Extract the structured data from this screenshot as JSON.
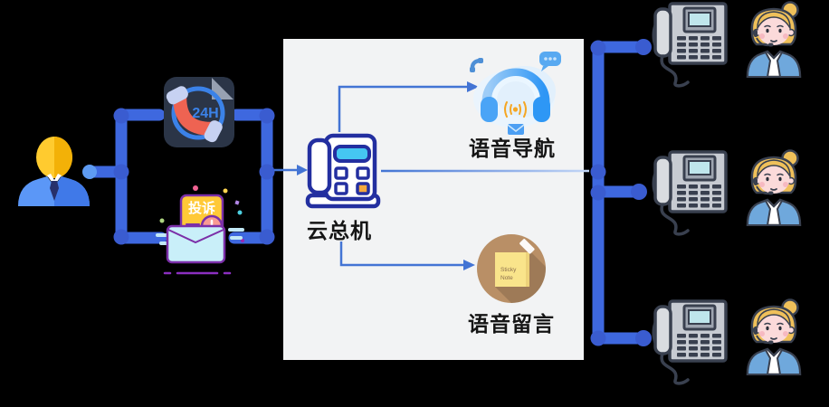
{
  "diagram": {
    "title_hint": "cloud-pbx-call-routing-diagram",
    "nodes": {
      "caller": {
        "icon": "businessman-icon"
      },
      "hotline": {
        "icon": "phone-24h-icon",
        "badge": "24H"
      },
      "complaint": {
        "icon": "complaint-letter-icon",
        "card_text": "投诉"
      },
      "pbx": {
        "label": "云总机",
        "icon": "desk-phone-outline-icon"
      },
      "ivr": {
        "label": "语音导航",
        "icon": "headset-icon"
      },
      "voicemail": {
        "label": "语音留言",
        "icon": "sticky-note-icon",
        "note_line1": "Sticky",
        "note_line2": "Note"
      },
      "agents": {
        "count": 3,
        "phone_icon": "office-phone-icon",
        "operator_icon": "operator-icon"
      }
    },
    "colors": {
      "background": "#000000",
      "panel": "#F2F3F4",
      "connector": "#3E68DF",
      "connector_joint": "#3A5CD0",
      "connector_cap": "#5E9BF2",
      "thin_arrow": "#4374D4",
      "pbx_outline": "#232FA0",
      "pbx_screen": "#45C6F2",
      "pbx_orange_key": "#F5A93D",
      "hotline_bg": "#2B3547",
      "hotline_accent": "#3B82E8",
      "hotline_handset": "#EE6352",
      "complaint_card": "#FFC937",
      "complaint_outline": "#7B2FA8",
      "complaint_envelope": "#C9EFF9",
      "sticky_circle": "#B98F66",
      "sticky_note": "#F9E48B",
      "headset_blue": "#2E97F5",
      "vest_blue": "#6FA8DC",
      "hair_blonde": "#EFC05A"
    }
  }
}
